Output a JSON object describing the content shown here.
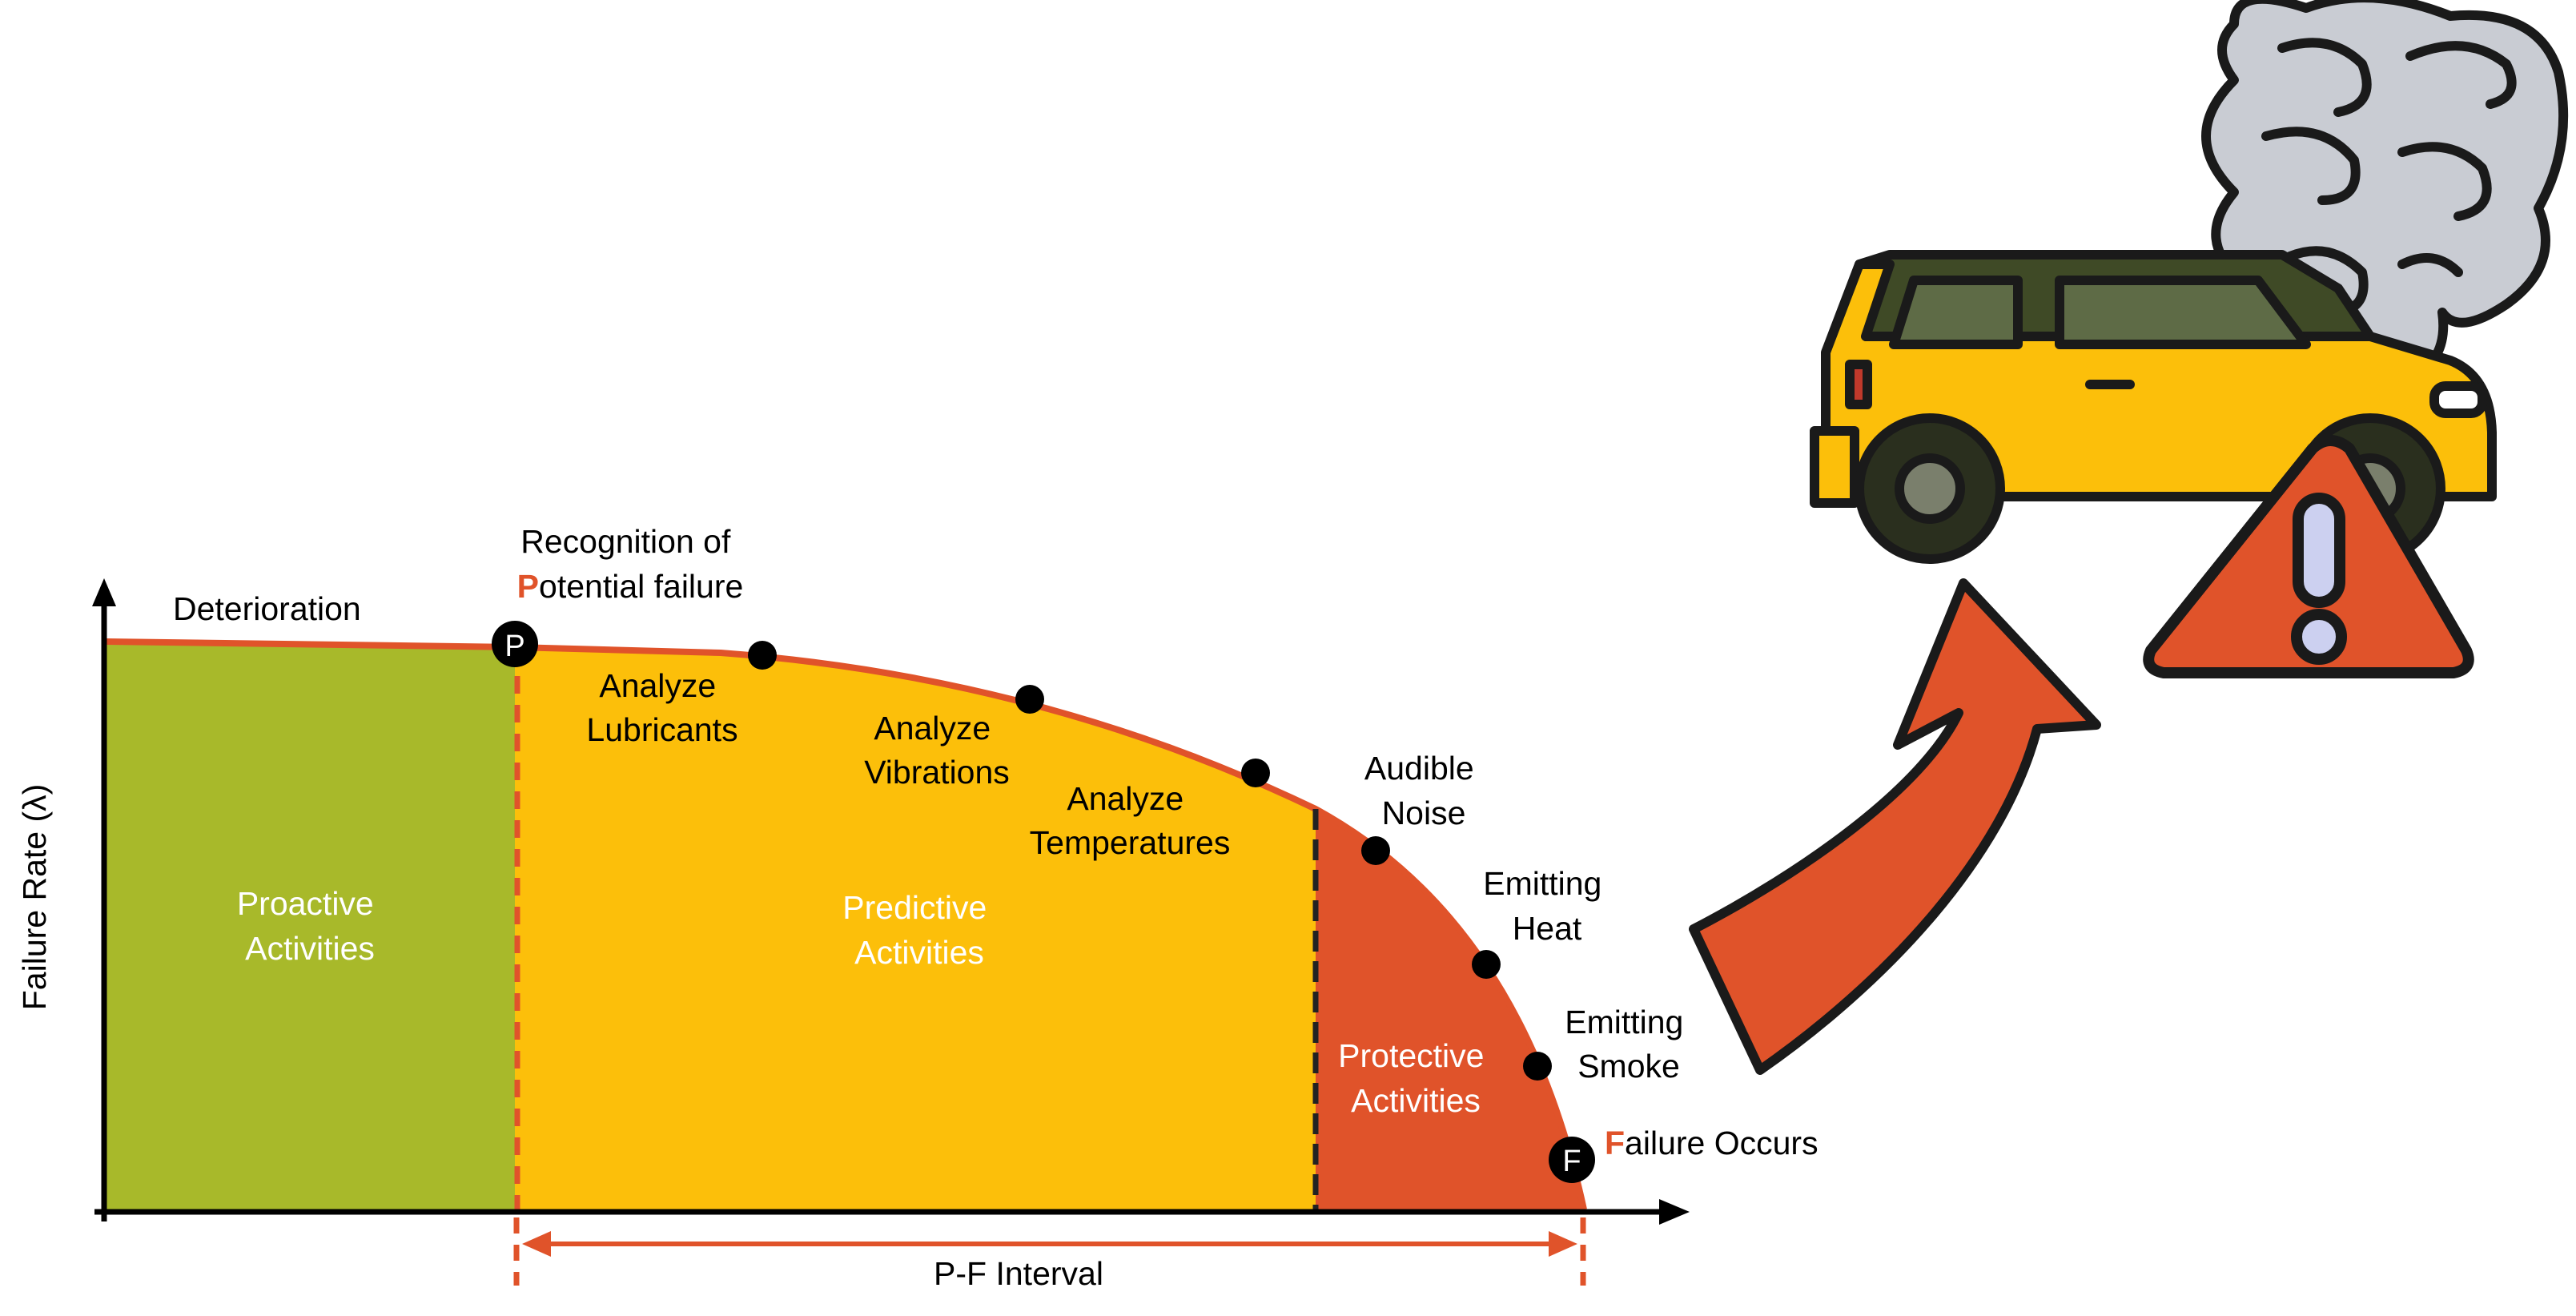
{
  "axes": {
    "y_label": "Failure Rate (λ)"
  },
  "curve": {
    "start_label": "Deterioration",
    "recognition": {
      "line1": "Recognition of",
      "highlight": "P",
      "rest": "otential failure"
    },
    "p_marker": "P",
    "f_marker": "F",
    "failure": {
      "highlight": "F",
      "rest": "ailure Occurs"
    }
  },
  "zones": {
    "proactive": {
      "line1": "Proactive",
      "line2": "Activities"
    },
    "predictive": {
      "line1": "Predictive",
      "line2": "Activities"
    },
    "protective": {
      "line1": "Protective",
      "line2": "Activities"
    }
  },
  "symptoms": [
    {
      "line1": "Analyze",
      "line2": "Lubricants"
    },
    {
      "line1": "Analyze",
      "line2": "Vibrations"
    },
    {
      "line1": "Analyze",
      "line2": "Temperatures"
    },
    {
      "line1": "Audible",
      "line2": "Noise"
    },
    {
      "line1": "Emitting",
      "line2": "Heat"
    },
    {
      "line1": "Emitting",
      "line2": "Smoke"
    }
  ],
  "interval": {
    "label": "P-F Interval"
  },
  "colors": {
    "proactive": "#a8b92a",
    "predictive": "#fcbf0a",
    "protective": "#e0532a",
    "curve": "#e0532a",
    "highlight": "#e0532a",
    "marker": "#000000",
    "car_body": "#fcbf0a",
    "smoke": "#c9ccd3",
    "warning": "#e0532a"
  },
  "icons": [
    "broken-down-car-icon",
    "smoke-icon",
    "warning-triangle-icon",
    "curved-arrow-icon"
  ]
}
